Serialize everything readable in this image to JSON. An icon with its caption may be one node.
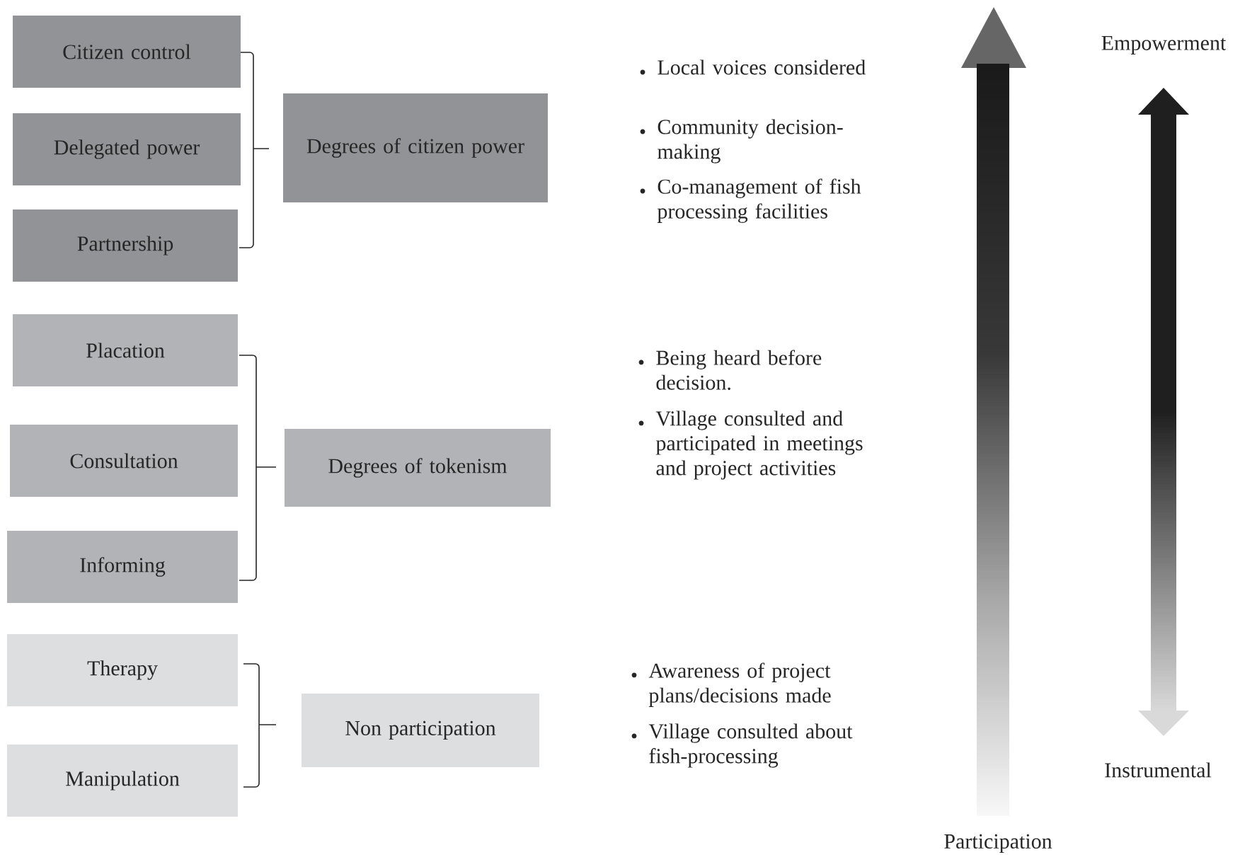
{
  "diagram": {
    "nodes": [
      {
        "text": [
          "Citizen control"
        ]
      },
      {
        "text": [
          "Delegated power"
        ]
      },
      {
        "text": [
          "Partnership"
        ]
      },
      {
        "text": [
          "Degrees of citizen power"
        ]
      },
      {
        "text": [
          "Placation"
        ]
      },
      {
        "text": [
          "Consultation"
        ]
      },
      {
        "text": [
          "Informing"
        ]
      },
      {
        "text": [
          "Degrees of tokenism"
        ]
      },
      {
        "text": [
          "Therapy"
        ]
      },
      {
        "text": [
          "Manipulation"
        ]
      },
      {
        "text": [
          "Non participation"
        ]
      }
    ],
    "labels": [
      "Local voices considered",
      "Community decision-making",
      "Co-management of fish processing facilities",
      "Being heard before decision.",
      "Village consulted and participated in meetings and project activities",
      "Awareness of project plans/decisions made",
      "Village consulted about fish-processing",
      "Empowerment",
      "Instrumental",
      "Participation"
    ]
  }
}
